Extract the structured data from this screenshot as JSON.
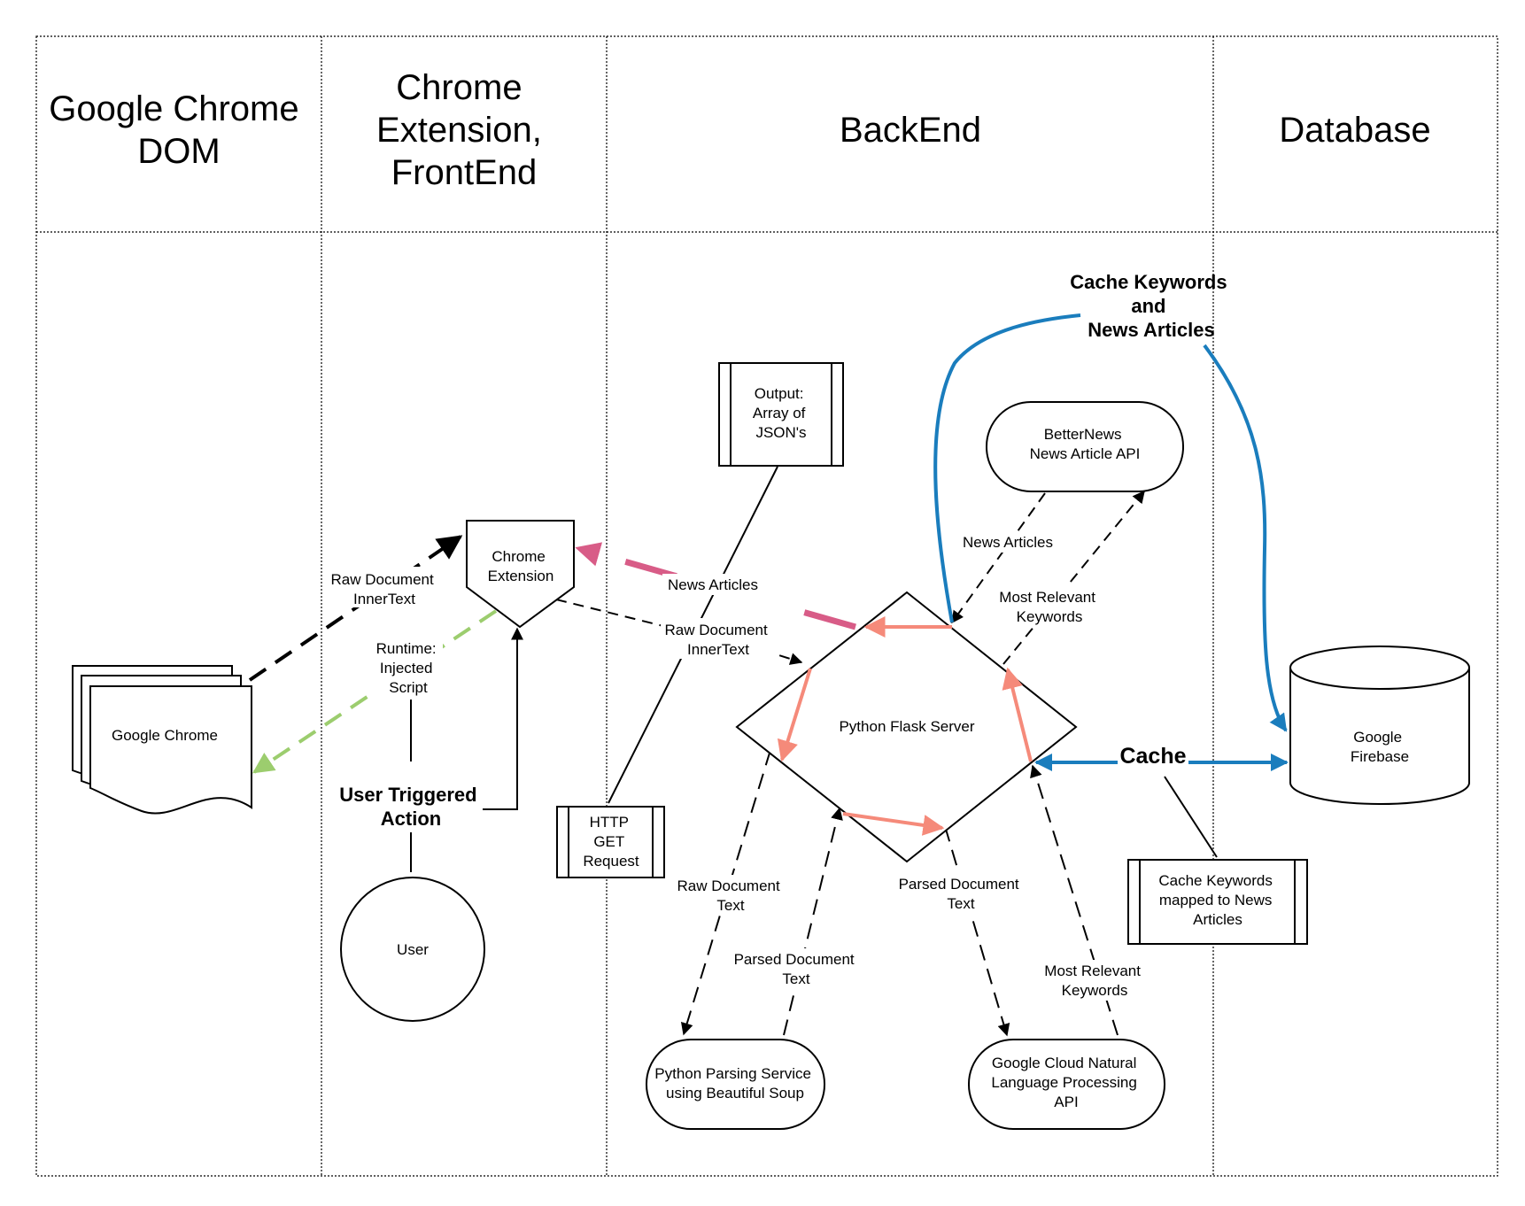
{
  "colors": {
    "line": "#000000",
    "green_arrow": "#9ccd6e",
    "pink_arrow": "#d85c87",
    "salmon_arrow": "#f58a7a",
    "blue_arrow": "#1a7dbd"
  },
  "lanes": {
    "chrome_dom": [
      "Google Chrome",
      "DOM"
    ],
    "extension": [
      "Chrome",
      "Extension,",
      "FrontEnd"
    ],
    "backend": [
      "BackEnd"
    ],
    "database": [
      "Database"
    ]
  },
  "nodes": {
    "google_chrome": [
      "Google Chrome"
    ],
    "chrome_extension": [
      "Chrome",
      "Extension"
    ],
    "user": [
      "User"
    ],
    "http_request": [
      "HTTP",
      "GET",
      "Request"
    ],
    "output": [
      "Output:",
      "Array of",
      "JSON's"
    ],
    "flask_server": [
      "Python Flask Server"
    ],
    "betternews_api": [
      "BetterNews",
      "News Article API"
    ],
    "parsing_service": [
      "Python Parsing Service",
      "using Beautiful Soup"
    ],
    "google_nlp": [
      "Google Cloud Natural",
      "Language Processing",
      "API"
    ],
    "firebase": [
      "Google",
      "Firebase"
    ],
    "cache_note": [
      "Cache Keywords",
      "mapped to News",
      "Articles"
    ]
  },
  "labels": {
    "raw_inner_left": [
      "Raw Document",
      "InnerText"
    ],
    "runtime_script": [
      "Runtime:",
      "Injected",
      "Script"
    ],
    "user_triggered": [
      "User Triggered",
      "Action"
    ],
    "news_articles_top": [
      "News Articles"
    ],
    "raw_inner_mid": [
      "Raw Document",
      "InnerText"
    ],
    "news_articles_api": [
      "News Articles"
    ],
    "most_relevant_api": [
      "Most Relevant",
      "Keywords"
    ],
    "raw_doc_text": [
      "Raw Document",
      "Text"
    ],
    "parsed_doc_left": [
      "Parsed Document",
      "Text"
    ],
    "parsed_doc_right": [
      "Parsed Document",
      "Text"
    ],
    "most_relevant_nlp": [
      "Most Relevant",
      "Keywords"
    ],
    "cache_keywords_top": [
      "Cache Keywords",
      "and",
      "News Articles"
    ],
    "cache": [
      "Cache"
    ]
  }
}
